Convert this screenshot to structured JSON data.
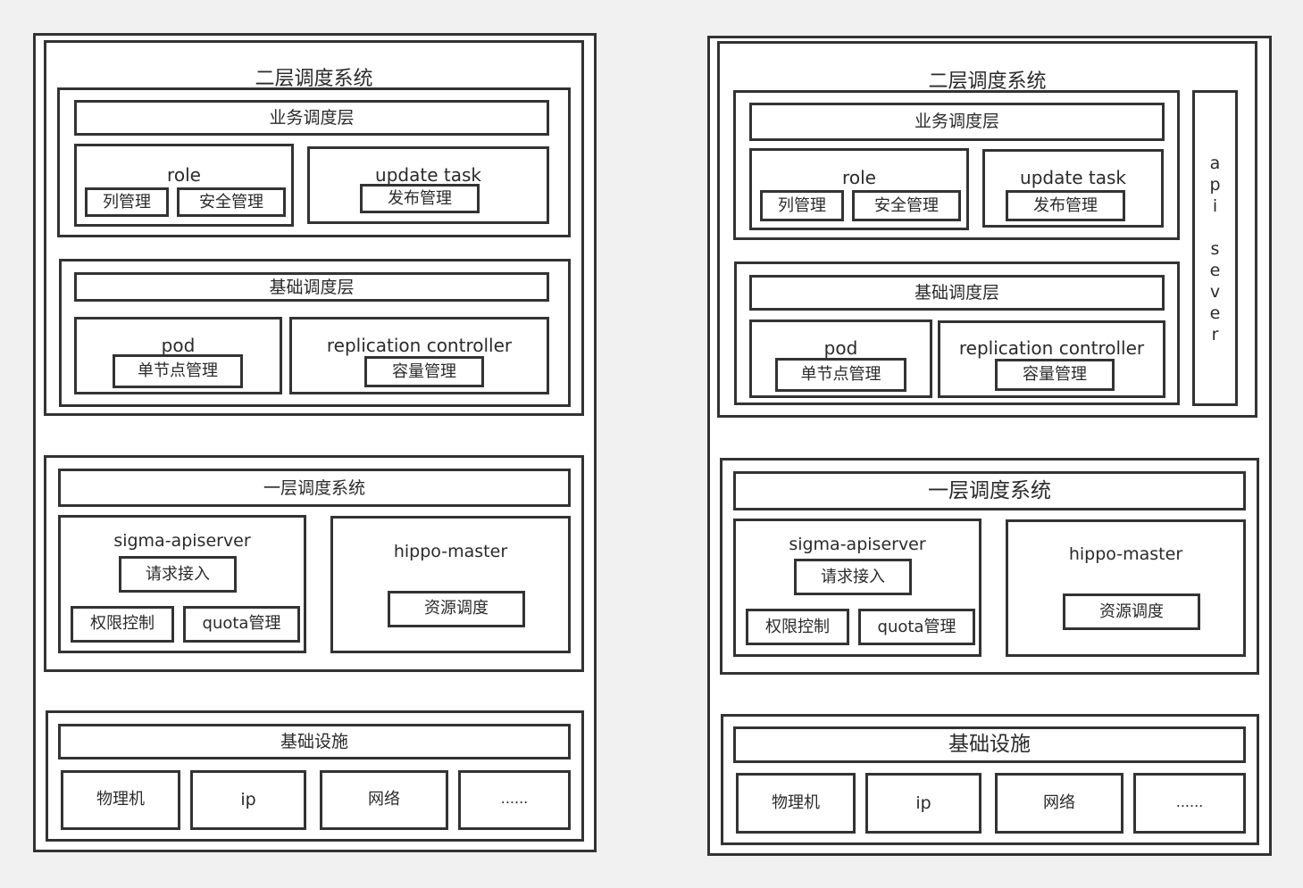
{
  "colors": {
    "line": "#333333",
    "background": "#f1f1f1",
    "fill": "#ffffff",
    "text": "#2a2a2a"
  },
  "left": {
    "second_level": {
      "title": "二层调度系统",
      "business_layer": {
        "title": "业务调度层",
        "role": {
          "label": "role",
          "items": [
            "列管理",
            "安全管理"
          ]
        },
        "update_task": {
          "label": "update task",
          "items": [
            "发布管理"
          ]
        }
      },
      "base_layer": {
        "title": "基础调度层",
        "pod": {
          "label": "pod",
          "items": [
            "单节点管理"
          ]
        },
        "replication_controller": {
          "label": "replication controller",
          "items": [
            "容量管理"
          ]
        }
      }
    },
    "first_level": {
      "title": "一层调度系统",
      "sigma": {
        "label": "sigma-apiserver",
        "request": "请求接入",
        "items": [
          "权限控制",
          "quota管理"
        ]
      },
      "hippo": {
        "label": "hippo-master",
        "items": [
          "资源调度"
        ]
      }
    },
    "infrastructure": {
      "title": "基础设施",
      "items": [
        "物理机",
        "ip",
        "网络",
        "......"
      ]
    }
  },
  "right": {
    "second_level": {
      "title": "二层调度系统",
      "api_server": "a p i   s e v e r",
      "business_layer": {
        "title": "业务调度层",
        "role": {
          "label": "role",
          "items": [
            "列管理",
            "安全管理"
          ]
        },
        "update_task": {
          "label": "update task",
          "items": [
            "发布管理"
          ]
        }
      },
      "base_layer": {
        "title": "基础调度层",
        "pod": {
          "label": "pod",
          "items": [
            "单节点管理"
          ]
        },
        "replication_controller": {
          "label": "replication controller",
          "items": [
            "容量管理"
          ]
        }
      }
    },
    "first_level": {
      "title": "一层调度系统",
      "sigma": {
        "label": "sigma-apiserver",
        "request": "请求接入",
        "items": [
          "权限控制",
          "quota管理"
        ]
      },
      "hippo": {
        "label": "hippo-master",
        "items": [
          "资源调度"
        ]
      }
    },
    "infrastructure": {
      "title": "基础设施",
      "items": [
        "物理机",
        "ip",
        "网络",
        "......"
      ]
    }
  }
}
